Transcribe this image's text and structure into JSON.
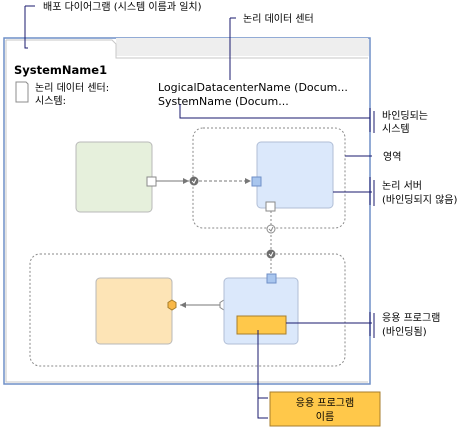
{
  "callouts": {
    "deployment_diagram": "배포 다이어그램 (시스템 이름과 일치)",
    "logical_datacenter": "논리 데이터 센터",
    "bound_system_line1": "바인딩되는",
    "bound_system_line2": "시스템",
    "zone": "영역",
    "logical_server_line1": "논리 서버",
    "logical_server_line2": "(바인딩되지 않음)",
    "application_line1": "응용 프로그램",
    "application_line2": "(바인딩됨)",
    "app_name_line1": "응용 프로그램",
    "app_name_line2": "이름"
  },
  "diagram": {
    "title": "SystemName1",
    "label_datacenter": "논리 데이터 센터:",
    "label_system": "시스템:",
    "value_datacenter": "LogicalDatacenterName (Docum...",
    "value_system": "SystemName (Docum..."
  },
  "colors": {
    "frame_border": "#6f8fc7",
    "tab_bg": "#efefef",
    "callout_line": "#1a1a6e",
    "green_box": "#e6f0dc",
    "blue_box": "#dbe8fb",
    "orange_box": "#fde4b6",
    "app_fill": "#ffc84a",
    "connector": "#808080",
    "hex_orange": "#f9b848"
  }
}
